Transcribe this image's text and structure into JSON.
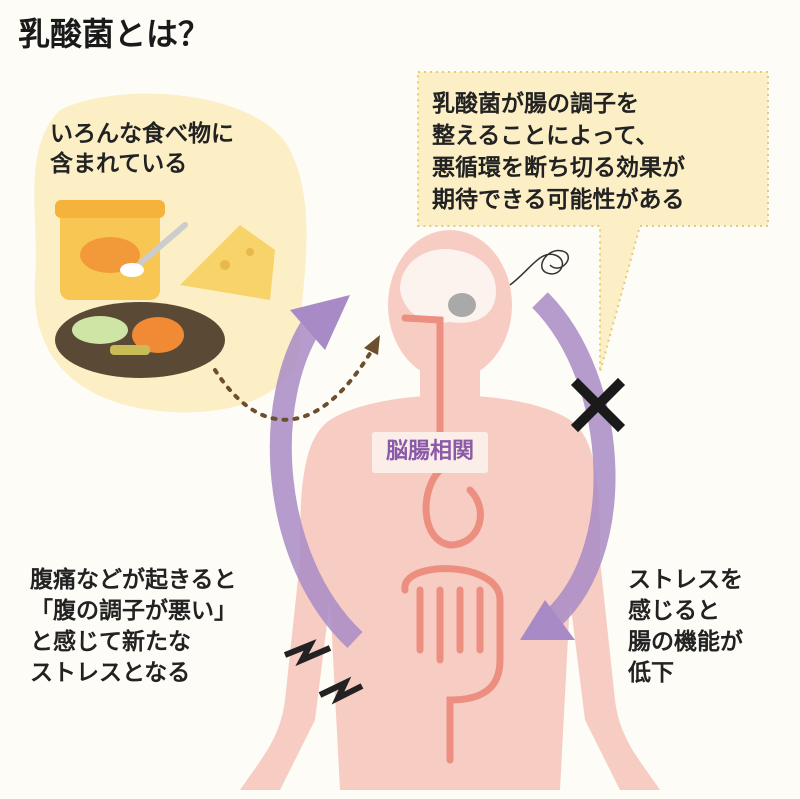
{
  "title": "乳酸菌とは？",
  "food_bubble": {
    "lines": [
      "いろんな食べ物に",
      "含まれている"
    ]
  },
  "effect_bubble": {
    "lines": [
      "乳酸菌が腸の調子を",
      "整えることによって、",
      "悪循環を断ち切る効果が",
      "期待できる可能性がある"
    ]
  },
  "center_label": "脳腸相関",
  "left_caption": {
    "lines": [
      "腹痛などが起きると",
      "「腹の調子が悪い」",
      "と感じて新たな",
      "ストレスとなる"
    ]
  },
  "right_caption": {
    "lines": [
      "ストレスを",
      "感じると",
      "腸の機能が",
      "低下"
    ]
  },
  "colors": {
    "arrow": "#a88bc6",
    "body": "#f7cdc3",
    "gut": "#ec8f80",
    "bubble": "#fcefc6",
    "cross": "#1a1a1a"
  }
}
